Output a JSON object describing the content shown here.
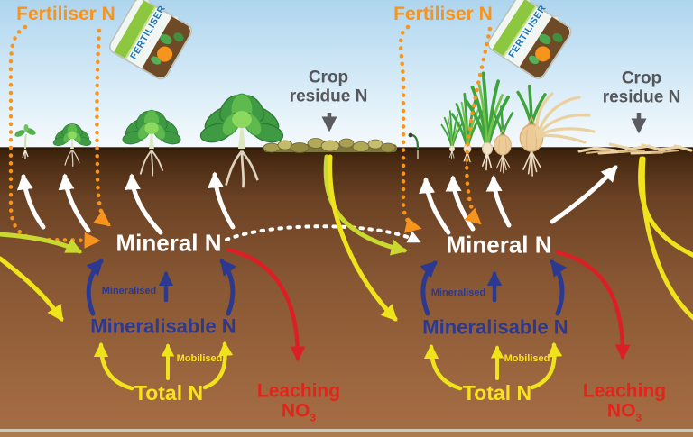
{
  "labels": {
    "fertiliser_n": "Fertiliser N",
    "crop_residue_line1": "Crop",
    "crop_residue_line2": "residue N",
    "mineral_n": "Mineral N",
    "mineralisable_n": "Mineralisable N",
    "total_n": "Total N",
    "mineralised": "Mineralised",
    "mobilised": "Mobilised",
    "leaching": "Leaching",
    "nitrate": "NO",
    "nitrate_subscript": "3",
    "bag_text": "FERTILISER"
  },
  "colors": {
    "fertiliser_orange": "#F7941E",
    "mineral_white": "#FFFFFF",
    "mineralisable_blue": "#2B3990",
    "total_yellow": "#F7E21C",
    "leaching_red": "#E1251B",
    "crop_residue_grey": "#55565A",
    "bag_text_blue": "#1B75BC",
    "sky_blue": "#B5D8EE",
    "soil_brown": "#8A5835"
  }
}
